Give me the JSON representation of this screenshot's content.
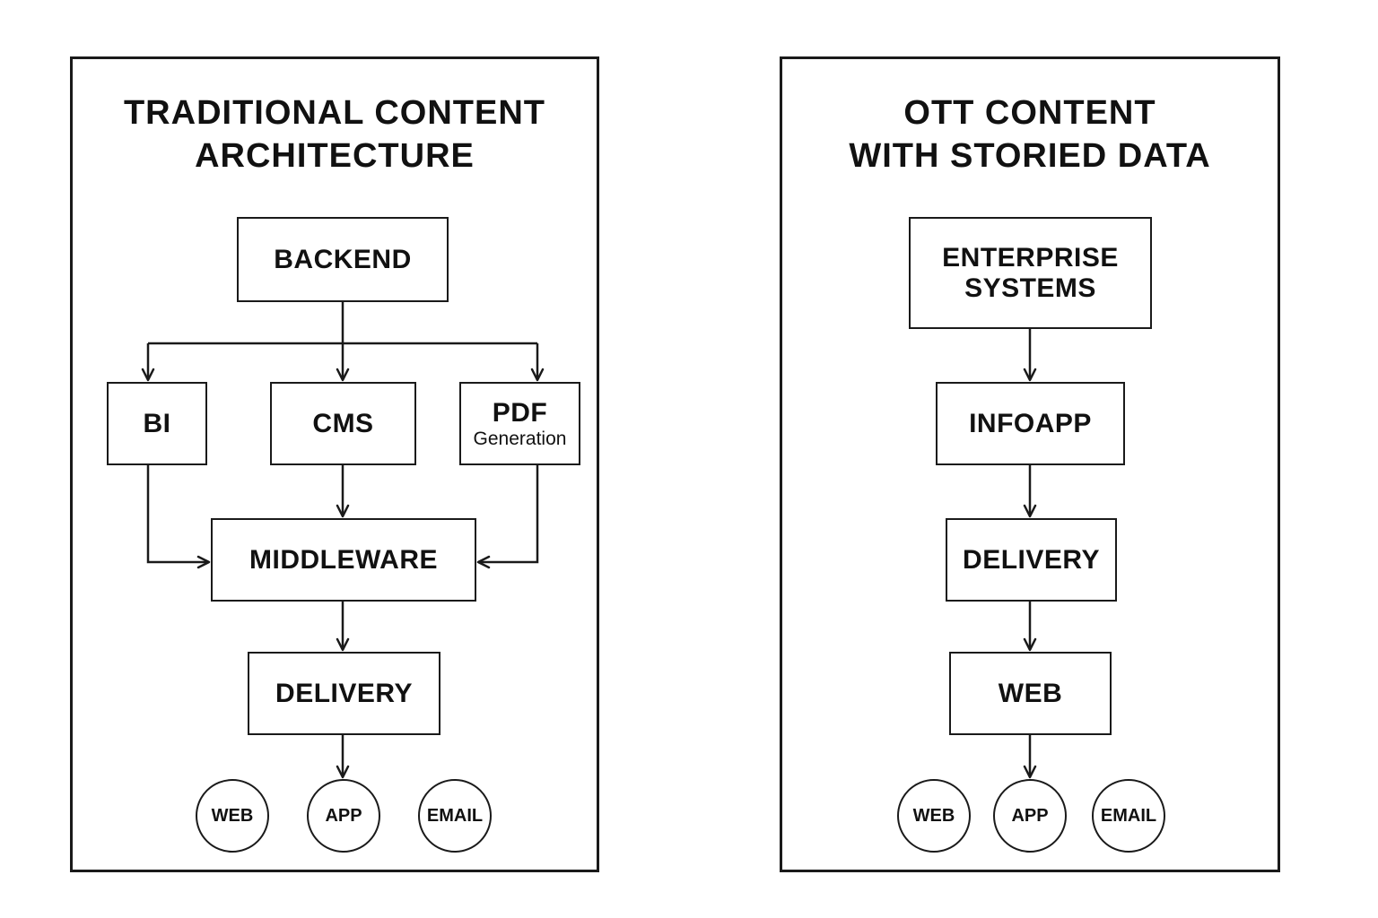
{
  "left": {
    "title_line1": "TRADITIONAL CONTENT",
    "title_line2": "ARCHITECTURE",
    "backend": "BACKEND",
    "bi": "BI",
    "cms": "CMS",
    "pdf": "PDF",
    "pdf_sub": "Generation",
    "middleware": "MIDDLEWARE",
    "delivery": "DELIVERY",
    "channels": [
      "WEB",
      "APP",
      "EMAIL"
    ]
  },
  "right": {
    "title_line1": "OTT CONTENT",
    "title_line2": "WITH STORIED DATA",
    "enterprise_line1": "ENTERPRISE",
    "enterprise_line2": "SYSTEMS",
    "infoapp": "INFOAPP",
    "delivery": "DELIVERY",
    "web": "WEB",
    "channels": [
      "WEB",
      "APP",
      "EMAIL"
    ]
  },
  "colors": {
    "stroke": "#1a1a1a",
    "background": "#ffffff"
  }
}
